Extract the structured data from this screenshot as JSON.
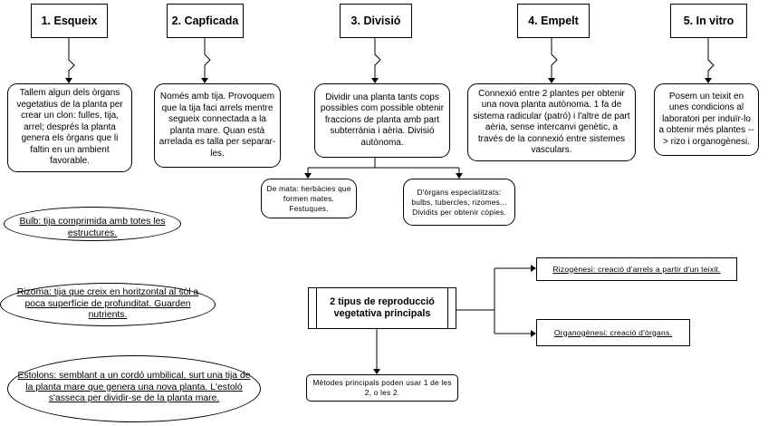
{
  "methods": [
    {
      "title": "1. Esqueix",
      "desc": "Tallem algun dels òrgans vegetatius de la planta per crear un clon: fulles, tija, arrel; després la planta genera els òrgans que li faltin en un ambient favorable."
    },
    {
      "title": "2. Capficada",
      "desc": "Només amb tija. Provoquem que la tija faci arrels mentre segueix connectada a la planta mare. Quan està arrelada es talla per separar-les."
    },
    {
      "title": "3. Divisió",
      "desc": "Dividir una planta tants cops possibles com possible obtenir fraccions de planta amb part subterrània i aèria. Divisió autònoma."
    },
    {
      "title": "4. Empelt",
      "desc": "Connexió entre 2 plantes per obtenir una nova planta autònoma. 1 fa de sistema radicular (patró) i l'altre de part aèria, sense intercanvi genètic, a través de la connexió entre sistemes vasculars."
    },
    {
      "title": "5. In vitro",
      "desc": "Posem un teixit en unes condicions al laboratori per induïr-lo a obtenir més plantes --> rizo i organogènesi."
    }
  ],
  "division_types": [
    "De mata: herbàcies que formen mates. Festuques.",
    "D'òrgans especialitzats: bulbs, tubercles, rizomes... Dividits per obtenir còpies."
  ],
  "organs": [
    "Bulb: tija comprimida amb totes les\nestructures.",
    "Rizoma: tija que creix en horitzontal al sòl a\npoca superfície de profunditat. Guarden\nnutrients.",
    "Estolons: semblant a un cordó umbilical, surt una tija de\nla planta mare que genera una nova planta. L'estoló\ns'asseca per dividir-se de la planta mare."
  ],
  "central": {
    "title": "2 tipus de reproducció vegetativa principals",
    "note": "Mètodes principals poden usar 1 de les 2, o les 2.",
    "types": [
      "Rizogènesi: creació d'arrels a partir d'un teixit.",
      "Organogènesi: creació d'òrgans."
    ]
  }
}
